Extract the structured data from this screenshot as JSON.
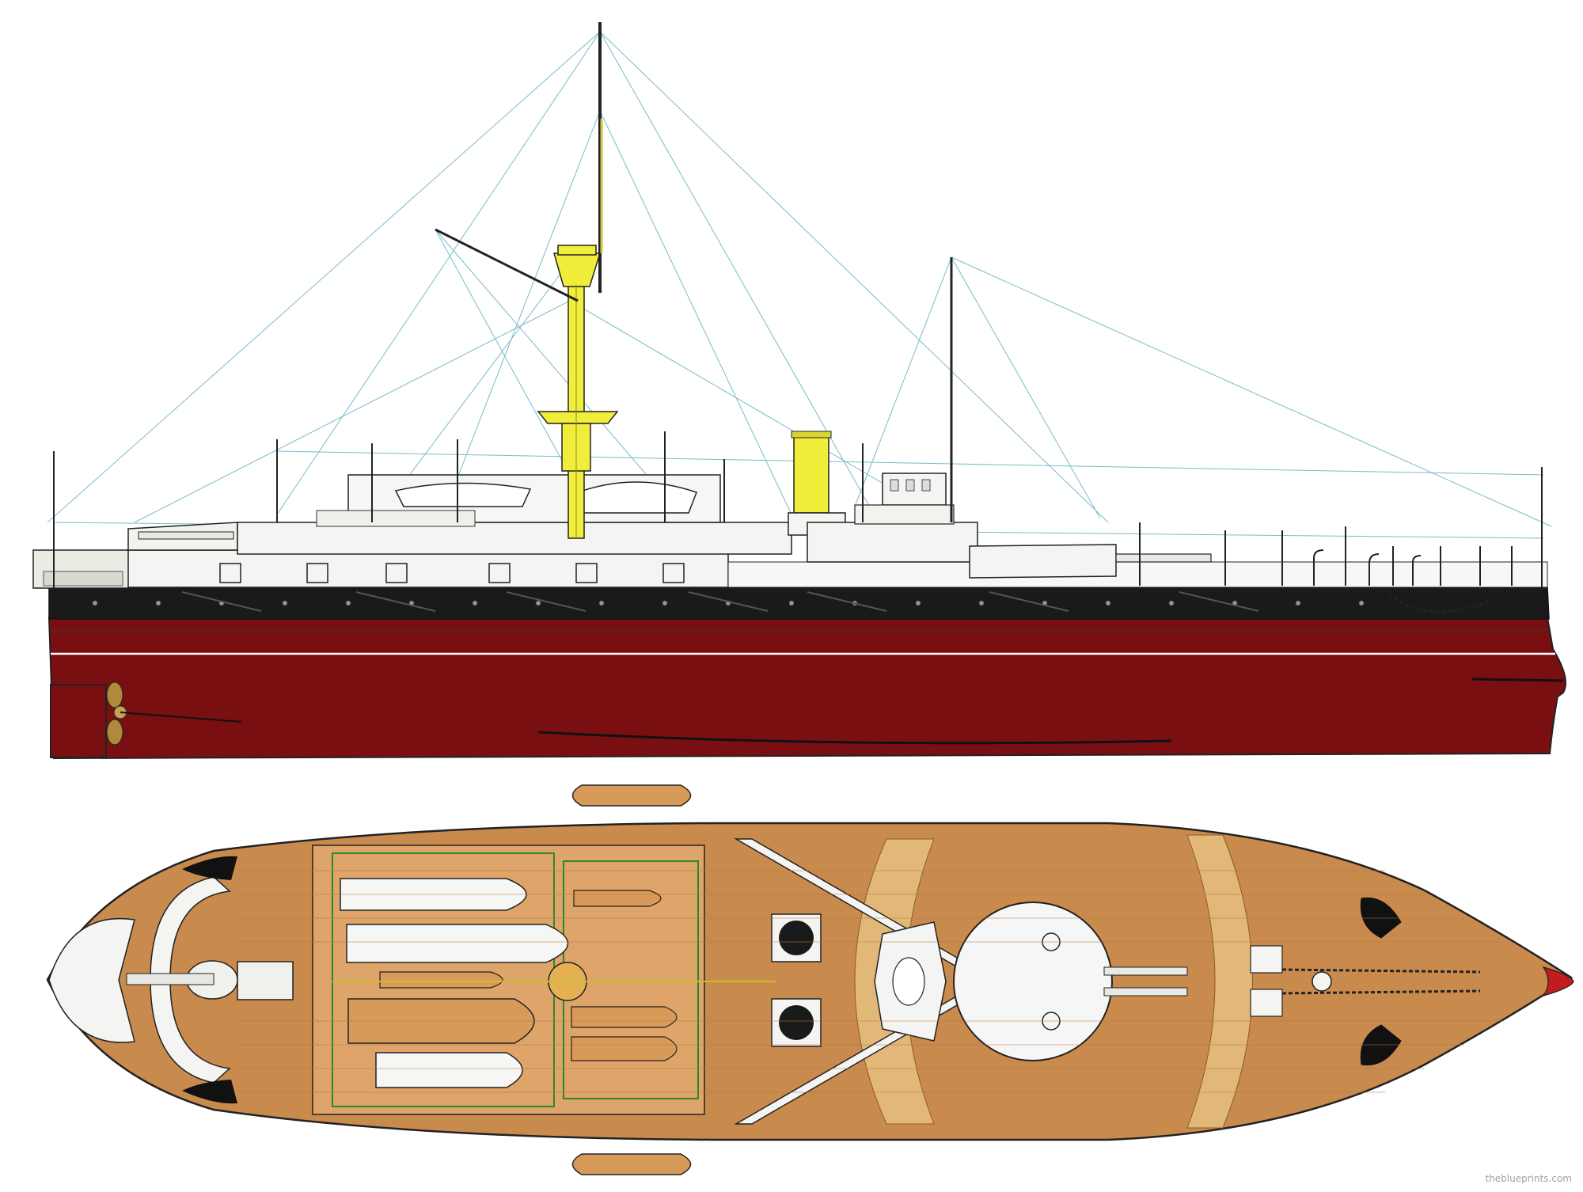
{
  "watermark": "theblueprints.com",
  "colors": {
    "hull_red": "#7a0f12",
    "hull_black": "#1a1a1a",
    "mast_yellow": "#f0ee3a",
    "deck_wood": "#c98a4e",
    "deck_light": "#e2b878",
    "deck_plank": "#b8773f",
    "superstructure": "#f4f4f2",
    "turret": "#f6f6f6",
    "rigging": "#4aa6b8",
    "line": "#222222"
  },
  "views": [
    {
      "id": "side-elevation"
    },
    {
      "id": "top-plan"
    }
  ]
}
